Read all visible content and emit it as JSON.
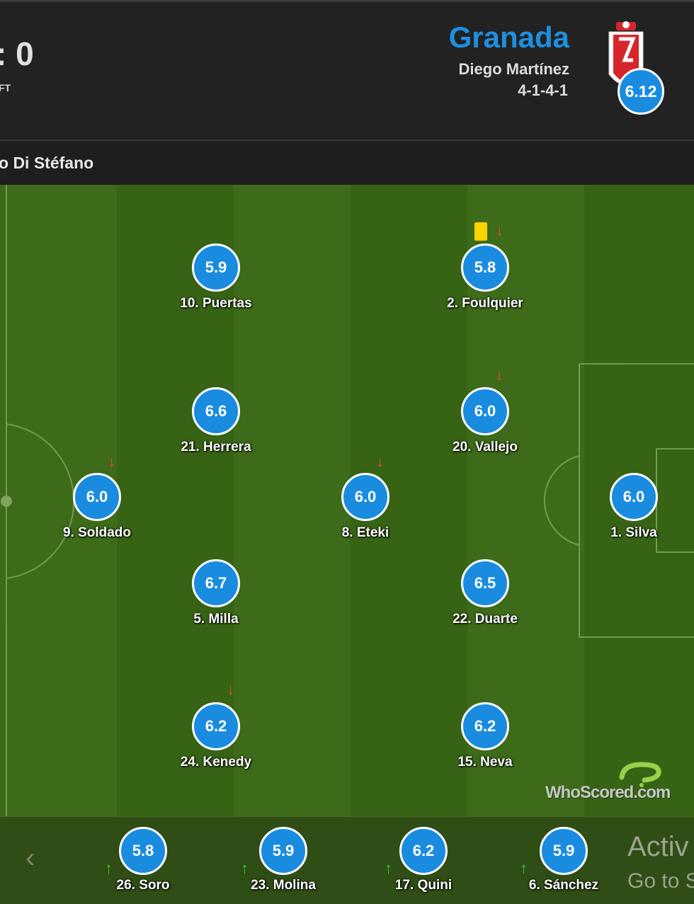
{
  "match": {
    "score_fragment": ": 0",
    "status": "FT",
    "venue_fragment": "o Di Stéfano"
  },
  "away_team": {
    "name": "Granada",
    "manager": "Diego Martínez",
    "formation": "4-1-4-1",
    "rating": "6.12",
    "name_color": "#1d8fe0"
  },
  "starters": [
    {
      "name": "10. Puertas",
      "rating": "5.9",
      "subbed_off": false,
      "yellow_card": false
    },
    {
      "name": "2. Foulquier",
      "rating": "5.8",
      "subbed_off": true,
      "yellow_card": true
    },
    {
      "name": "21. Herrera",
      "rating": "6.6",
      "subbed_off": false,
      "yellow_card": false
    },
    {
      "name": "20. Vallejo",
      "rating": "6.0",
      "subbed_off": true,
      "yellow_card": false
    },
    {
      "name": "9. Soldado",
      "rating": "6.0",
      "subbed_off": true,
      "yellow_card": false
    },
    {
      "name": "8. Eteki",
      "rating": "6.0",
      "subbed_off": true,
      "yellow_card": false
    },
    {
      "name": "1. Silva",
      "rating": "6.0",
      "subbed_off": false,
      "yellow_card": false
    },
    {
      "name": "5. Milla",
      "rating": "6.7",
      "subbed_off": false,
      "yellow_card": false
    },
    {
      "name": "22. Duarte",
      "rating": "6.5",
      "subbed_off": false,
      "yellow_card": false
    },
    {
      "name": "24. Kenedy",
      "rating": "6.2",
      "subbed_off": true,
      "yellow_card": false
    },
    {
      "name": "15. Neva",
      "rating": "6.2",
      "subbed_off": false,
      "yellow_card": false
    }
  ],
  "substitutes": [
    {
      "name": "26. Soro",
      "rating": "5.8"
    },
    {
      "name": "23. Molina",
      "rating": "5.9"
    },
    {
      "name": "17. Quini",
      "rating": "6.2"
    },
    {
      "name": "6. Sánchez",
      "rating": "5.9"
    }
  ],
  "icons": {
    "sub_off": "arrow-down-icon",
    "sub_on": "arrow-up-icon",
    "card": "yellow-card-icon",
    "prev": "chevron-left-icon"
  },
  "colors": {
    "rating_badge": "#1a8ce0",
    "sub_off_arrow": "#e8492a",
    "sub_on_arrow": "#29c932",
    "yellow_card": "#f5d400"
  },
  "watermark": {
    "brand": "WhoScored",
    "suffix": ".com"
  },
  "overlay": {
    "line1": "Activ",
    "line2": "Go to S"
  }
}
